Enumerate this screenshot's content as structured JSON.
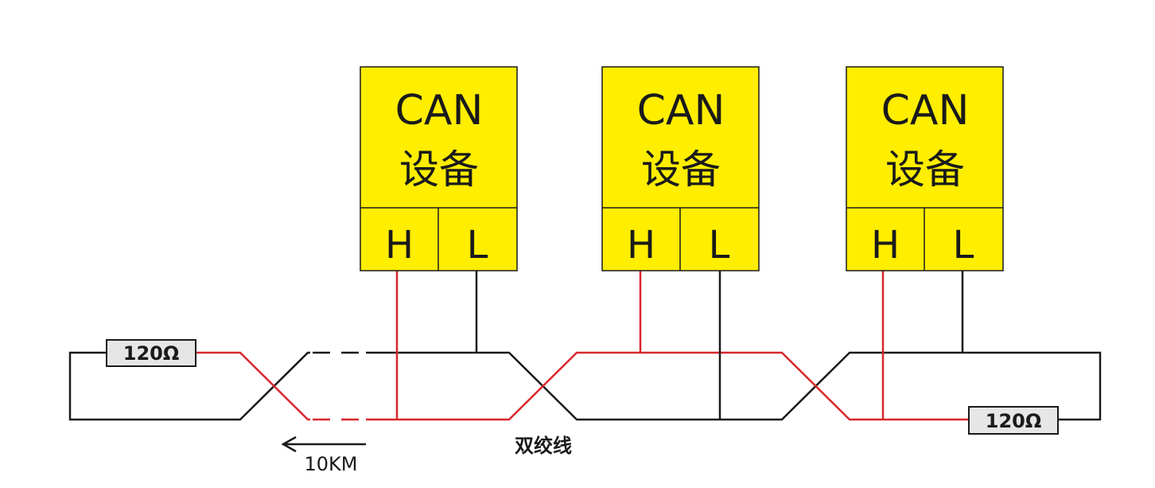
{
  "devices": [
    {
      "title": "CAN",
      "subtitle": "设备",
      "pin_h": "H",
      "pin_l": "L"
    },
    {
      "title": "CAN",
      "subtitle": "设备",
      "pin_h": "H",
      "pin_l": "L"
    },
    {
      "title": "CAN",
      "subtitle": "设备",
      "pin_h": "H",
      "pin_l": "L"
    }
  ],
  "resistors": [
    {
      "label": "120Ω"
    },
    {
      "label": "120Ω"
    }
  ],
  "cable": {
    "label": "双绞线"
  },
  "distance": {
    "label": "10KM"
  },
  "colors": {
    "device_fill": "#ffee00",
    "can_high": "#d9262c",
    "can_low": "#1a1a1a",
    "resistor_fill": "#e6e6e6"
  }
}
